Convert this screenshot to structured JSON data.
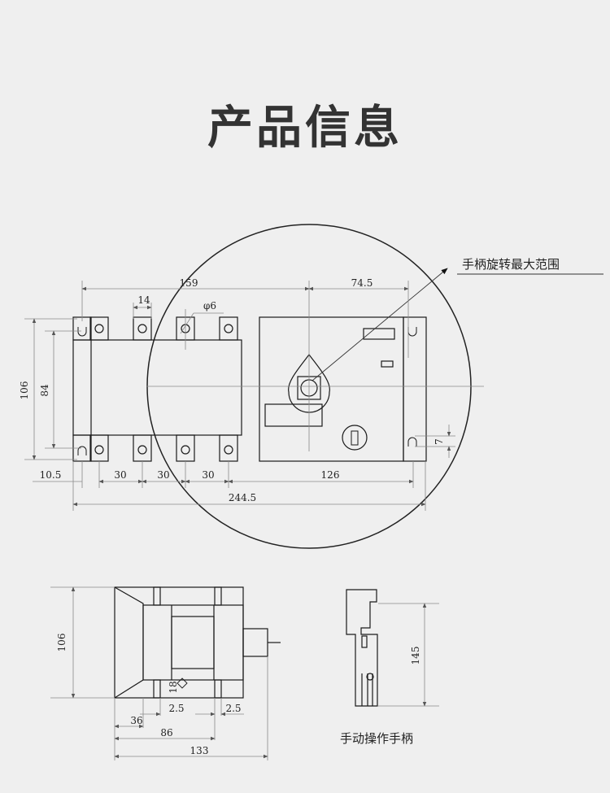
{
  "title": "产品信息",
  "colors": {
    "background": "#efefef",
    "title": "#333333",
    "outline": "#1a1a1a",
    "dimension_line": "#8a8a8a"
  },
  "callouts": {
    "handle_rotation_range": "手柄旋转最大范围",
    "manual_handle": "手动操作手柄"
  },
  "front_view": {
    "dim_159": "159",
    "dim_74_5": "74.5",
    "dim_14": "14",
    "dim_phi6": "φ6",
    "dim_106": "106",
    "dim_84": "84",
    "dim_10_5": "10.5",
    "dim_30_a": "30",
    "dim_30_b": "30",
    "dim_30_c": "30",
    "dim_126": "126",
    "dim_244_5": "244.5",
    "dim_7": "7"
  },
  "side_view": {
    "dim_106": "106",
    "dim_18": "18",
    "dim_2_5_a": "2.5",
    "dim_2_5_b": "2.5",
    "dim_36": "36",
    "dim_86": "86",
    "dim_133": "133"
  },
  "handle_view": {
    "dim_145": "145"
  }
}
